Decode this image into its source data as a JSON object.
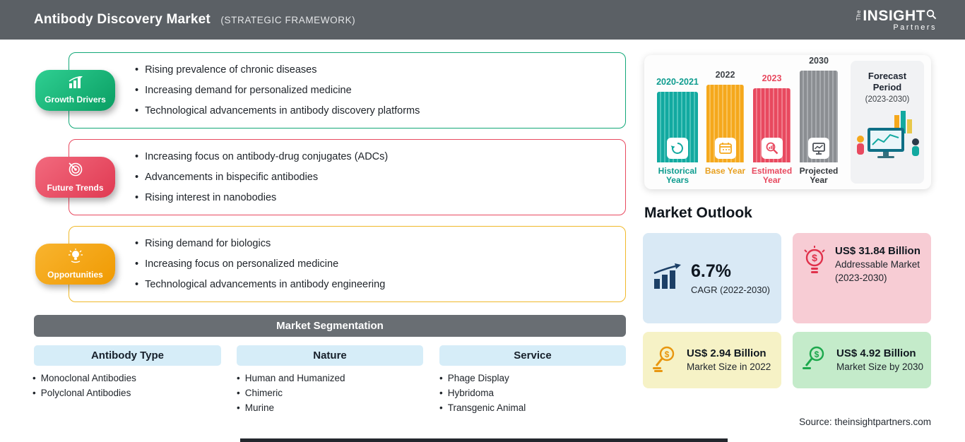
{
  "header": {
    "title": "Antibody Discovery Market",
    "subtitle": "(STRATEGIC FRAMEWORK)",
    "logo_the": "The",
    "logo_insight": "INSIGHT",
    "logo_partners": "Partners"
  },
  "sections": [
    {
      "label": "Growth Drivers",
      "color": "#12a878",
      "items": [
        "Rising prevalence of chronic diseases",
        "Increasing demand for personalized medicine",
        "Technological advancements in antibody discovery platforms"
      ]
    },
    {
      "label": "Future Trends",
      "color": "#e8495f",
      "items": [
        "Increasing focus on antibody-drug conjugates (ADCs)",
        "Advancements in bispecific antibodies",
        "Rising interest in nanobodies"
      ]
    },
    {
      "label": "Opportunities",
      "color": "#f0a312",
      "items": [
        "Rising demand for biologics",
        "Increasing focus on personalized medicine",
        "Technological advancements in antibody engineering"
      ]
    }
  ],
  "segmentation": {
    "title": "Market Segmentation",
    "columns": [
      {
        "header": "Antibody Type",
        "items": [
          "Monoclonal Antibodies",
          "Polyclonal Antibodies"
        ]
      },
      {
        "header": "Nature",
        "items": [
          "Human and Humanized",
          "Chimeric",
          "Murine"
        ]
      },
      {
        "header": "Service",
        "items": [
          "Phage Display",
          "Hybridoma",
          "Transgenic Animal"
        ]
      }
    ]
  },
  "timeline": {
    "bars": [
      {
        "year": "2020-2021",
        "label": "Historical Years",
        "color": "#12a9a0"
      },
      {
        "year": "2022",
        "label": "Base Year",
        "color": "#f5a81c"
      },
      {
        "year": "2023",
        "label": "Estimated Year",
        "color": "#e8495f"
      },
      {
        "year": "2030",
        "label": "Projected Year",
        "color": "#8b8e92"
      }
    ],
    "forecast_title": "Forecast Period",
    "forecast_range": "(2023-2030)"
  },
  "outlook": {
    "title": "Market Outlook",
    "cards": [
      {
        "value": "6.7%",
        "label": "CAGR (2022-2030)",
        "bg": "#d9e9f5"
      },
      {
        "value": "US$ 31.84 Billion",
        "label": "Addressable Market (2023-2030)",
        "bg": "#f7ccd4"
      },
      {
        "value": "US$ 2.94 Billion",
        "label": "Market Size in 2022",
        "bg": "#f6f2c6"
      },
      {
        "value": "US$ 4.92 Billion",
        "label": "Market Size by 2030",
        "bg": "#c4ebca"
      }
    ]
  },
  "source": "Source: theinsightpartners.com"
}
